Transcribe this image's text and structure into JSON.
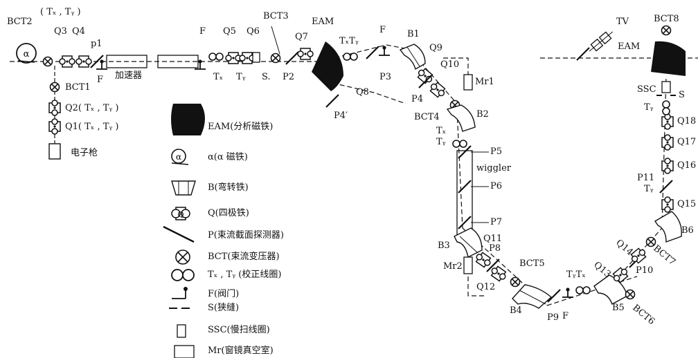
{
  "labels": {
    "bct1": "BCT1",
    "bct2": "BCT2",
    "bct2_txy": "( Tₓ , Tᵧ )",
    "bct3": "BCT3",
    "bct4": "BCT4",
    "bct5": "BCT5",
    "bct6": "BCT6",
    "bct7": "BCT7",
    "bct8": "BCT8",
    "q1": "Q1( Tₓ , Tᵧ )",
    "q2": "Q2( Tₓ , Tᵧ )",
    "q3": "Q3",
    "q4": "Q4",
    "q5": "Q5",
    "q6": "Q6",
    "q7": "Q7",
    "q8": "Q8",
    "q9": "Q9",
    "q10": "Q10",
    "q11": "Q11",
    "q12": "Q12",
    "q13": "Q13",
    "q14": "Q14",
    "q15": "Q15",
    "q16": "Q16",
    "q17": "Q17",
    "q18": "Q18",
    "p1": "p1",
    "p2": "P2",
    "p3": "P3",
    "p4": "P4",
    "p4p": "P4′",
    "p5": "P5",
    "p6": "P6",
    "p7": "P7",
    "p8": "P8",
    "p9": "P9",
    "p10": "P10",
    "p11": "P11",
    "f": "F",
    "s": "S.",
    "s2": "S",
    "b1": "B1",
    "b2": "B2",
    "b3": "B3",
    "b4": "B4",
    "b5": "B5",
    "b6": "B6",
    "eam": "EAM",
    "tv": "TV",
    "ssc": "SSC",
    "mr1": "Mr1",
    "mr2": "Mr2",
    "wiggler": "wiggler",
    "accelerator": "加速器",
    "egun": "电子枪",
    "tx": "Tₓ",
    "ty": "Tᵧ",
    "txty": "TₓTᵧ",
    "tytx": "TᵧTₓ",
    "ty_short": "Tᵧ"
  },
  "legend": [
    {
      "sym": "eam",
      "text": "EAM(分析磁铁)"
    },
    {
      "sym": "alpha",
      "text": "α(α 磁铁)"
    },
    {
      "sym": "bend",
      "text": "B(弯转铁)"
    },
    {
      "sym": "quad",
      "text": "Q(四极铁)"
    },
    {
      "sym": "probe",
      "text": "P(束流截面探测器)"
    },
    {
      "sym": "bct",
      "text": "BCT(束流变压器)"
    },
    {
      "sym": "steer",
      "text": "Tₓ , Tᵧ (校正线圈)"
    },
    {
      "sym": "valve",
      "text": "F(阀门)"
    },
    {
      "sym": "slit",
      "text": "S(狭缝)"
    },
    {
      "sym": "ssc",
      "text": "SSC(慢扫线圈)"
    },
    {
      "sym": "mr",
      "text": "Mr(窗镜真空室)"
    }
  ],
  "alpha_glyph": "α",
  "quad_glyph": "Q"
}
